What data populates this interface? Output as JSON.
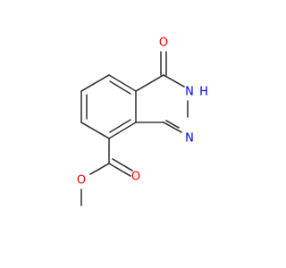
{
  "structure": {
    "atoms": [
      {
        "symbol": "O",
        "color": "#ff0000"
      },
      {
        "symbol": "O",
        "color": "#ff0000"
      },
      {
        "symbol": "O",
        "color": "#ff0000"
      },
      {
        "symbol": "N",
        "color": "#0000ff"
      },
      {
        "symbol": "H",
        "color": "#0000ff"
      }
    ]
  },
  "colors": {
    "bond": "#3a3a3a",
    "oxygen": "#ff0000",
    "nitrogen": "#0000ff"
  }
}
